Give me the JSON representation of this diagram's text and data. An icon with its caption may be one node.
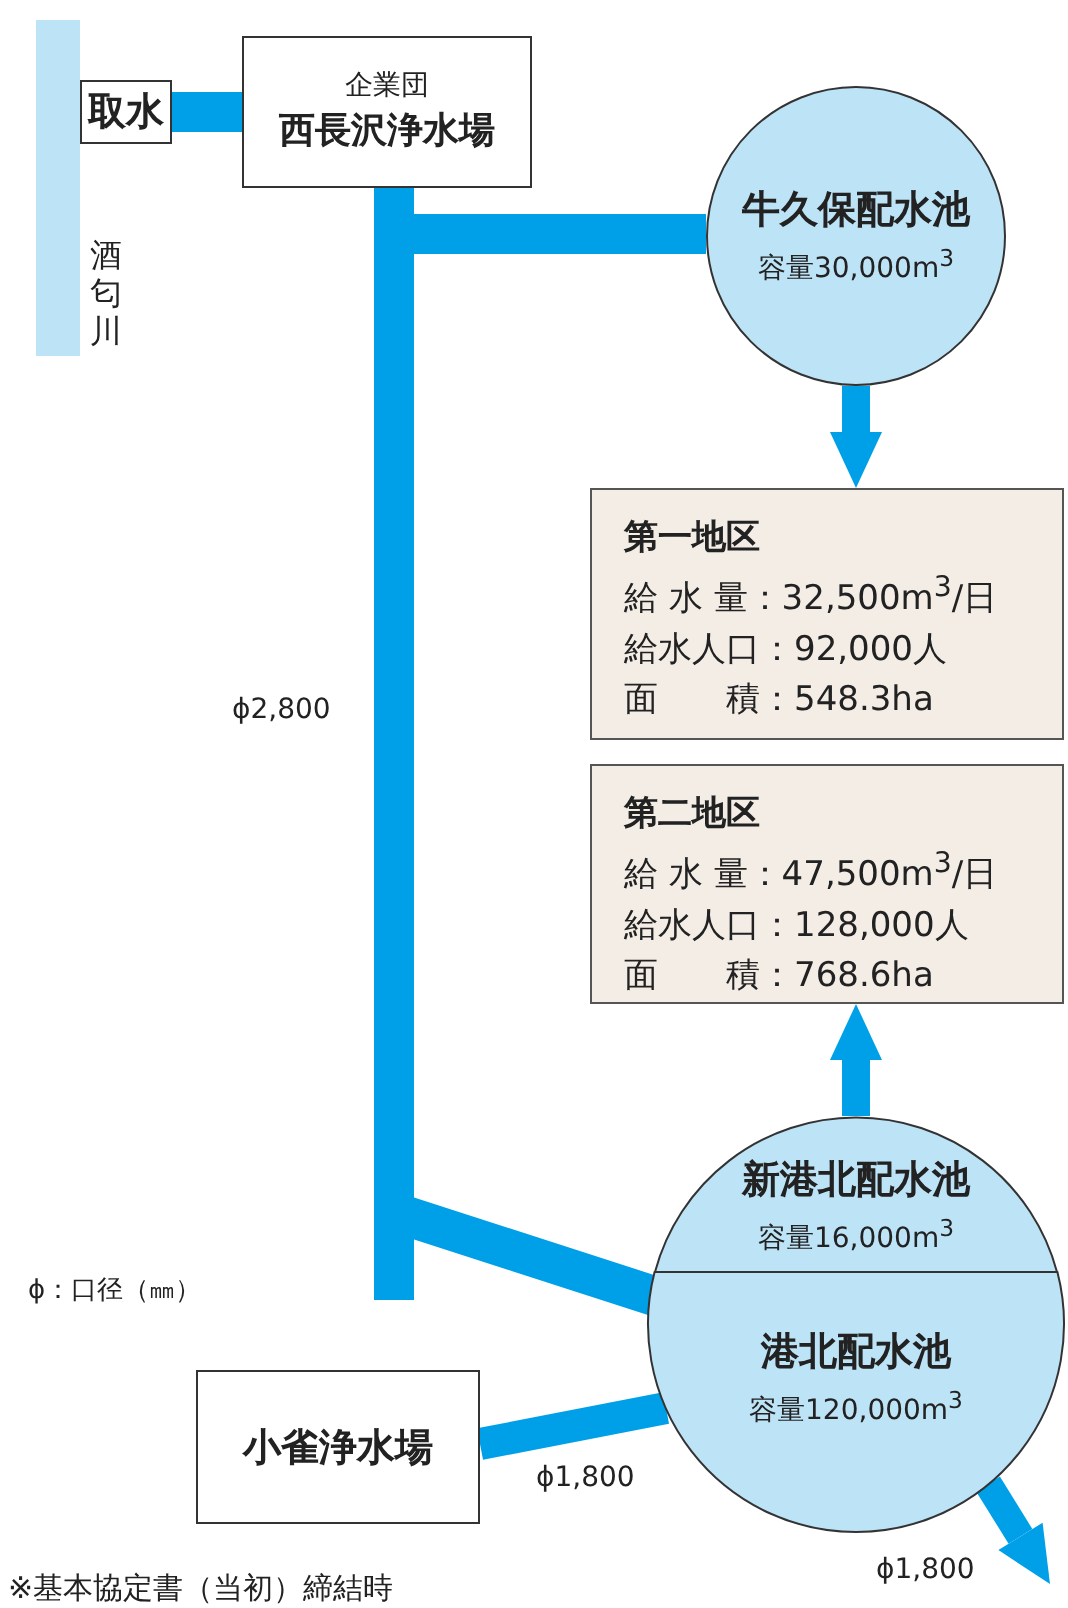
{
  "diagram": {
    "nodes": [
      {
        "text": [
          "取水"
        ]
      },
      {
        "text": [
          "企業団",
          "西長沢浄水場"
        ]
      },
      {
        "text": [
          "牛久保配水池",
          "容量30,000m$^{3}$"
        ]
      },
      {
        "text": [
          "第一地区",
          "給 水 量：32,500m$^{3}$/日",
          "給水人口：92,000人",
          "面　　積：548.3ha"
        ]
      },
      {
        "text": [
          "第二地区",
          "給 水 量：47,500m$^{3}$/日",
          "給水人口：128,000人",
          "面　　積：768.6ha"
        ]
      },
      {
        "text": [
          "新港北配水池",
          "容量16,000m$^{3}$"
        ]
      },
      {
        "text": [
          "港北配水池",
          "容量120,000m$^{3}$"
        ]
      },
      {
        "text": [
          "小雀浄水場"
        ]
      },
      {
        "text": [],
        "shape": "bar",
        "beside": [
          "酒匂川"
        ]
      }
    ],
    "edges": [
      {
        "from": 0,
        "to": 1,
        "arrow": "none"
      },
      {
        "from": 1,
        "to": 2,
        "arrow": "none"
      },
      {
        "from": 1,
        "to": 6,
        "arrow": "none",
        "label": "ϕ2,800"
      },
      {
        "from": 2,
        "to": 3,
        "arrow": "to"
      },
      {
        "from": 5,
        "to": 4,
        "arrow": "to"
      },
      {
        "from": 7,
        "to": 6,
        "arrow": "none",
        "label": "ϕ1,800"
      },
      {
        "from": 6,
        "to": null,
        "arrow": "to",
        "label": "ϕ1,800"
      }
    ],
    "labels": [
      "ϕ：口径（㎜）",
      "※基本協定書（当初）締結時"
    ]
  }
}
